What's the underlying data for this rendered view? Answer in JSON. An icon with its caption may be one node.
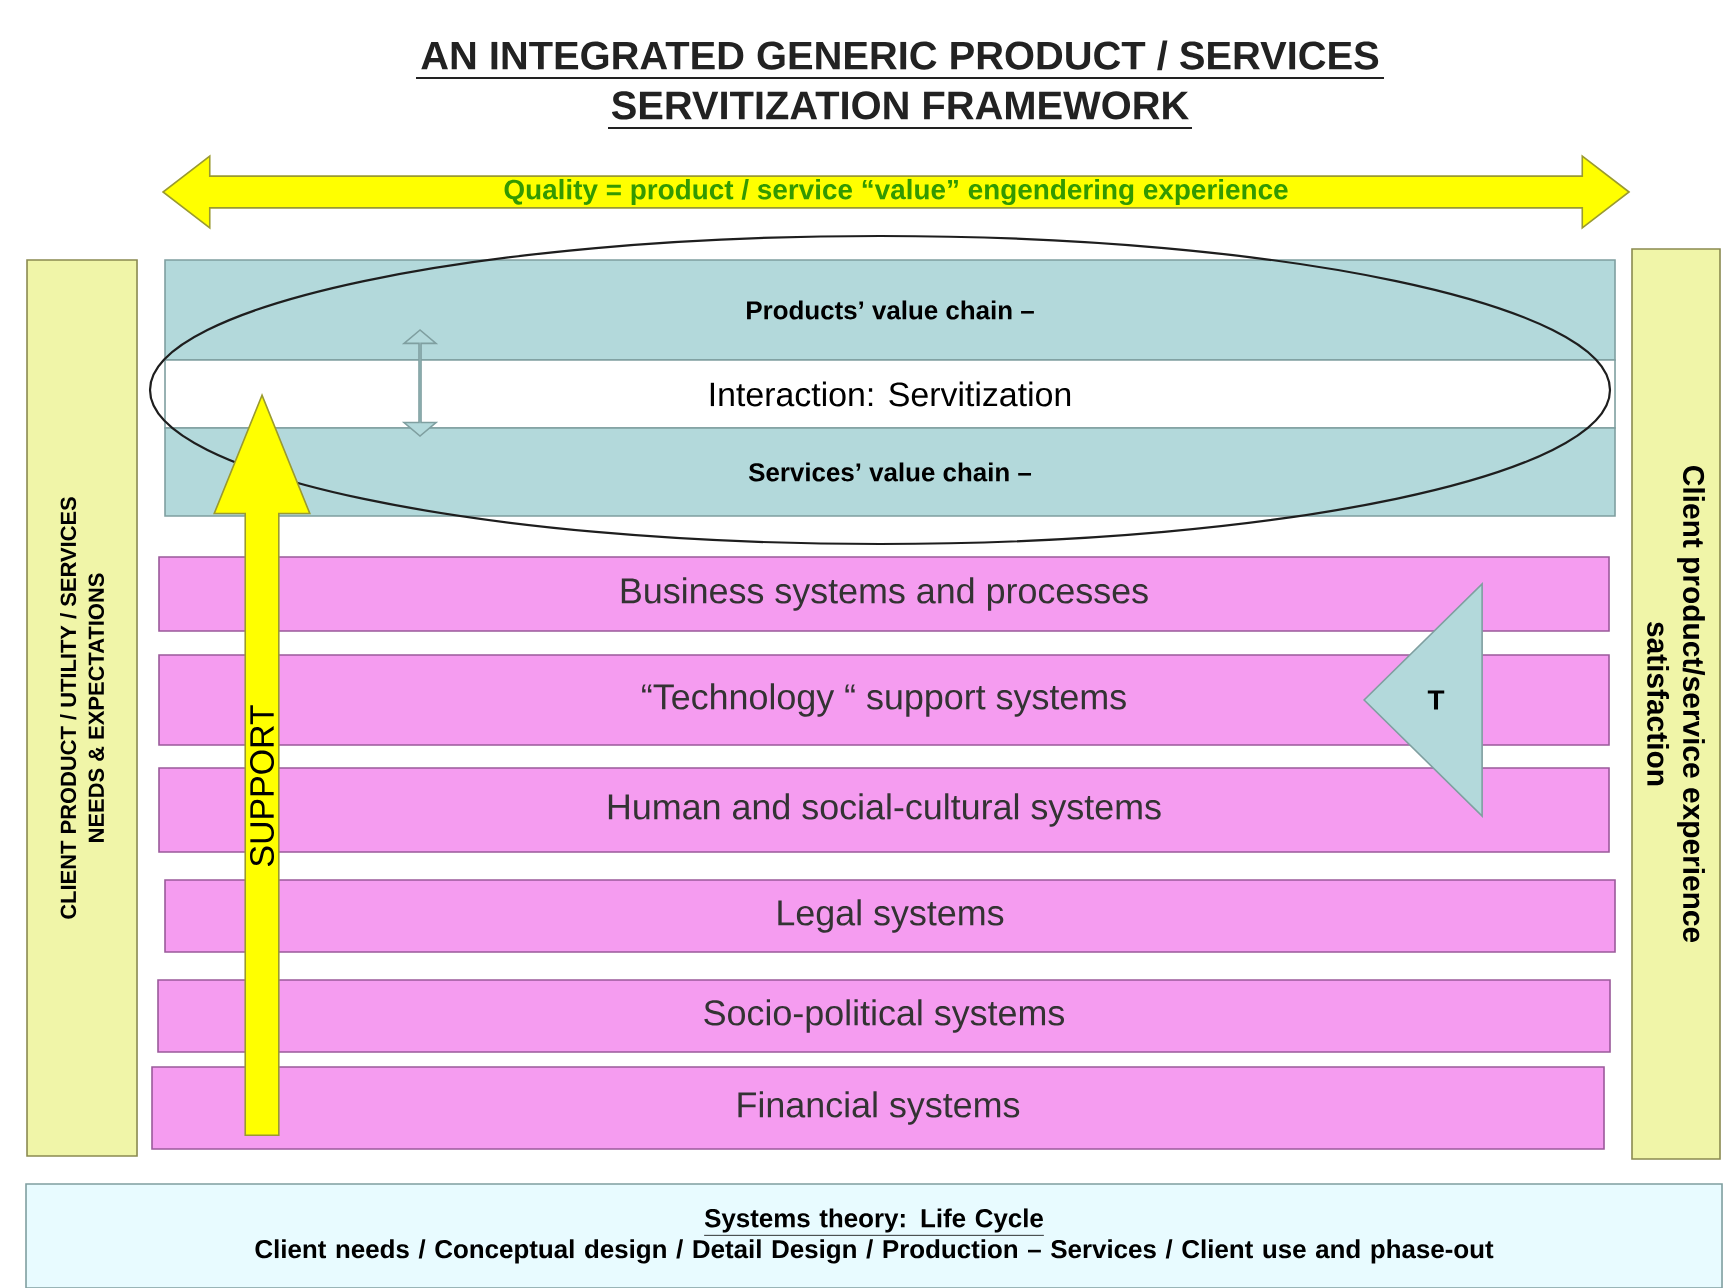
{
  "diagram": {
    "title": "AN INTEGRATED GENERIC PRODUCT / SERVICES SERVITIZATION FRAMEWORK",
    "nodes": [
      {
        "text": [
          "Quality =  product / service “value” engendering experience"
        ]
      },
      {
        "text": [
          "CLIENT PRODUCT / UTILITY / SERVICES NEEDS & EXPECTATIONS"
        ]
      },
      {
        "text": [
          "Client product/service experience satisfaction"
        ]
      },
      {
        "text": [
          "Products’ value chain –"
        ]
      },
      {
        "text": [
          "Interaction:  Servitization"
        ]
      },
      {
        "text": [
          "Services’ value chain –"
        ]
      },
      {
        "text": [
          "SUPPORT"
        ]
      },
      {
        "text": [
          "Business systems and processes"
        ]
      },
      {
        "text": [
          "“Technology “ support systems"
        ]
      },
      {
        "text": [
          "Human and social-cultural systems"
        ]
      },
      {
        "text": [
          "Legal  systems"
        ]
      },
      {
        "text": [
          "Socio-political systems"
        ]
      },
      {
        "text": [
          "Financial systems"
        ]
      },
      {
        "text": [
          "T"
        ]
      },
      {
        "text": [
          "Systems theory: Life Cycle",
          "Client needs / Conceptual design / Detail Design / Production – Services / Client use and phase-out"
        ]
      }
    ]
  }
}
